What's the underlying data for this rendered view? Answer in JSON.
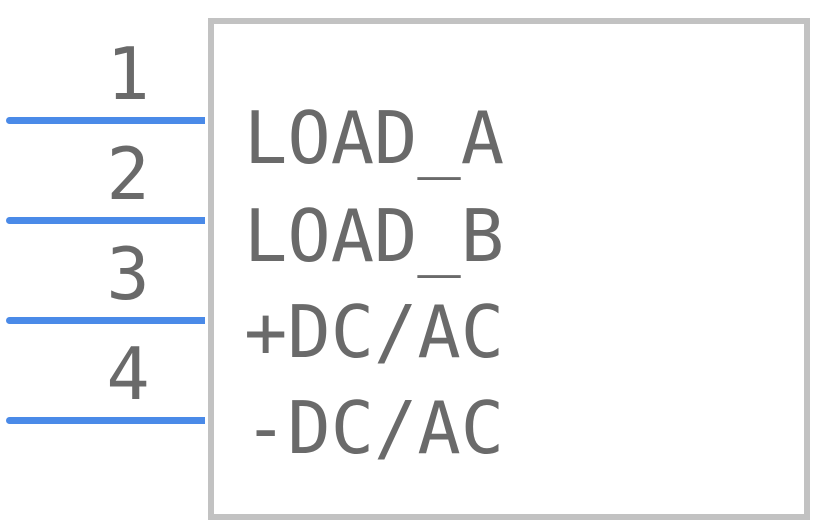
{
  "pins": [
    {
      "number": "1",
      "label": "LOAD_A"
    },
    {
      "number": "2",
      "label": "LOAD_B"
    },
    {
      "number": "3",
      "label": "+DC/AC"
    },
    {
      "number": "4",
      "label": "-DC/AC"
    }
  ],
  "colors": {
    "pin_line": "#4a8ae8",
    "body_outline": "#c2c2c2",
    "text": "#6a6a6a"
  }
}
